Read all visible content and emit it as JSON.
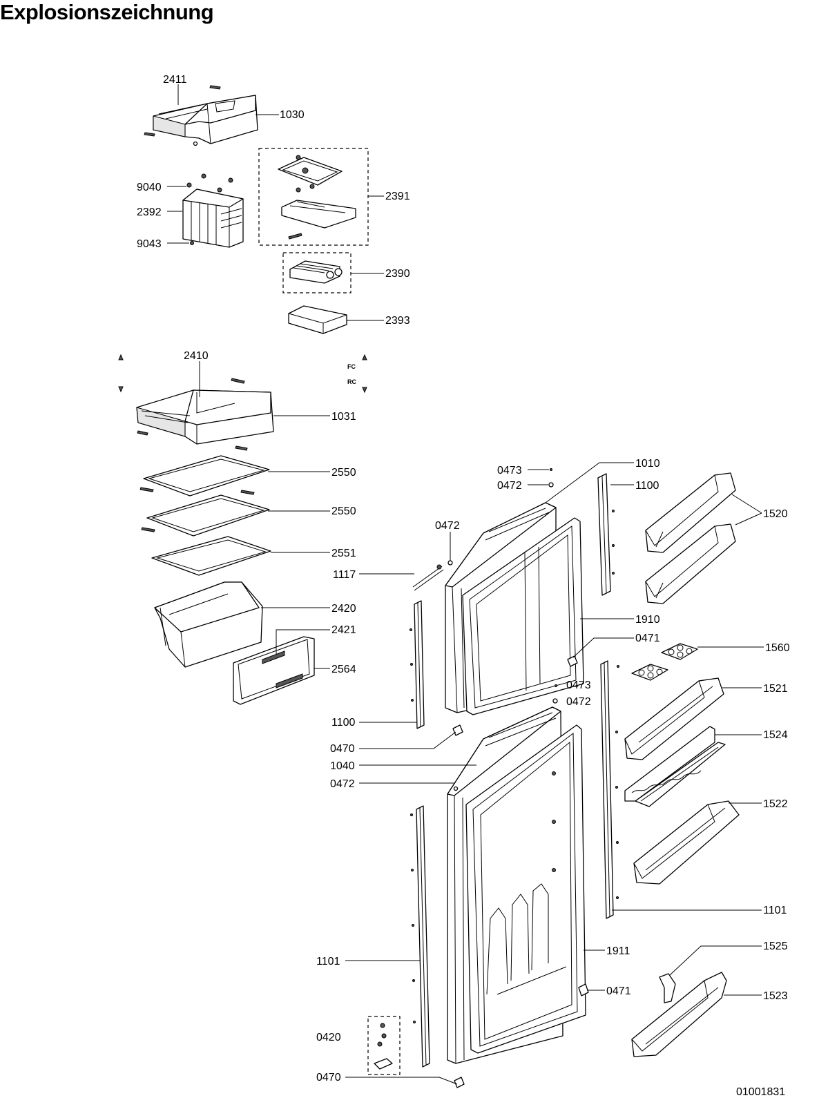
{
  "title": "Explosionszeichnung",
  "drawing_number": "01001831",
  "markers": {
    "fc": "FC",
    "rc": "RC"
  },
  "callouts": {
    "c2411": "2411",
    "c1030": "1030",
    "c9040": "9040",
    "c2392": "2392",
    "c9043": "9043",
    "c2391": "2391",
    "c2390": "2390",
    "c2393": "2393",
    "c2410": "2410",
    "c1031": "1031",
    "c2550a": "2550",
    "c2550b": "2550",
    "c2551": "2551",
    "c2420": "2420",
    "c2421": "2421",
    "c2564": "2564",
    "c0473a": "0473",
    "c0472a": "0472",
    "c1010": "1010",
    "c1100a": "1100",
    "c1520": "1520",
    "c0472b": "0472",
    "c1117": "1117",
    "c1910": "1910",
    "c0471a": "0471",
    "c1560": "1560",
    "c0473b": "0473",
    "c0472c": "0472",
    "c1521": "1521",
    "c1100b": "1100",
    "c1524": "1524",
    "c0470a": "0470",
    "c1040": "1040",
    "c0472d": "0472",
    "c1522": "1522",
    "c1101a": "1101",
    "c1101b": "1101",
    "c1911": "1911",
    "c1525": "1525",
    "c0471b": "0471",
    "c1523": "1523",
    "c0420": "0420",
    "c0470b": "0470"
  }
}
